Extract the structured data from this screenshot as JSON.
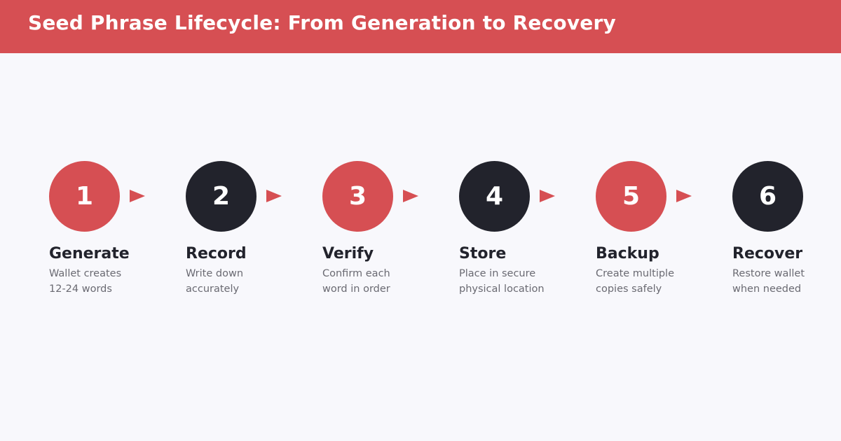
{
  "header": {
    "title": "Seed Phrase Lifecycle: From Generation to Recovery"
  },
  "colors": {
    "accent": "#d64f53",
    "dark": "#22232c",
    "background": "#f8f8fc",
    "description_text": "#6a6a72"
  },
  "steps": [
    {
      "number": "1",
      "title": "Generate",
      "desc_line1": "Wallet creates",
      "desc_line2": "12-24 words",
      "color": "red"
    },
    {
      "number": "2",
      "title": "Record",
      "desc_line1": "Write down",
      "desc_line2": "accurately",
      "color": "dark"
    },
    {
      "number": "3",
      "title": "Verify",
      "desc_line1": "Confirm each",
      "desc_line2": "word in order",
      "color": "red"
    },
    {
      "number": "4",
      "title": "Store",
      "desc_line1": "Place in secure",
      "desc_line2": "physical location",
      "color": "dark"
    },
    {
      "number": "5",
      "title": "Backup",
      "desc_line1": "Create multiple",
      "desc_line2": "copies safely",
      "color": "red"
    },
    {
      "number": "6",
      "title": "Recover",
      "desc_line1": "Restore wallet",
      "desc_line2": "when needed",
      "color": "dark"
    }
  ]
}
